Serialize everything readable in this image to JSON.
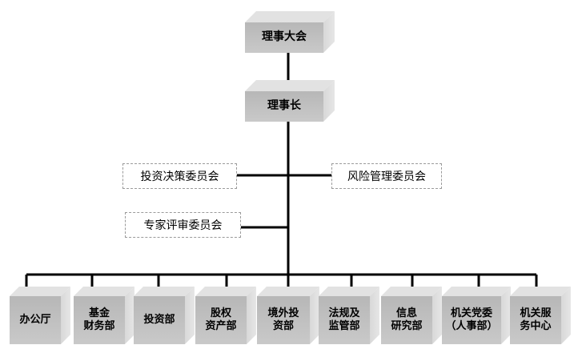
{
  "top": {
    "assembly": "理事大会",
    "chairman": "理事长"
  },
  "committees": {
    "investment": "投资决策委员会",
    "risk": "风险管理委员会",
    "expert": "专家评审委员会"
  },
  "departments": [
    {
      "label": "办公厅"
    },
    {
      "label": "基金\n财务部"
    },
    {
      "label": "投资部"
    },
    {
      "label": "股权\n资产部"
    },
    {
      "label": "境外投\n资部"
    },
    {
      "label": "法规及\n监管部"
    },
    {
      "label": "信息\n研究部"
    },
    {
      "label": "机关党委\n（人事部）"
    },
    {
      "label": "机关服\n务中心"
    }
  ]
}
